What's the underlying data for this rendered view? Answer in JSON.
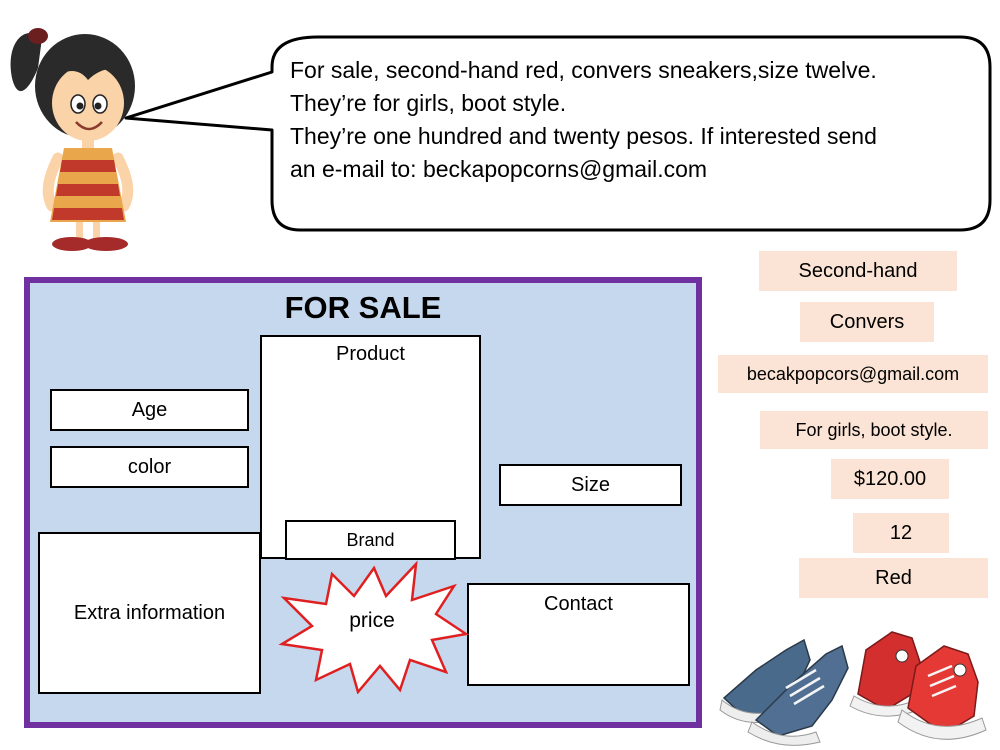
{
  "speech_bubble": {
    "lines": [
      "For sale, second-hand red, convers sneakers,size twelve.",
      "They’re for girls, boot style.",
      "They’re one hundred and twenty pesos. If interested send",
      "an e-mail to: beckapopcorns@gmail.com"
    ]
  },
  "board": {
    "title": "FOR SALE",
    "slots": {
      "product": "Product",
      "age": "Age",
      "color": "color",
      "size": "Size",
      "brand": "Brand",
      "extra_info": "Extra information",
      "price": "price",
      "contact": "Contact"
    }
  },
  "answer_chips": [
    "Second-hand",
    "Convers",
    "becakpopcors@gmail.com",
    "For girls, boot style.",
    "$120.00",
    "12",
    "Red"
  ],
  "colors": {
    "board_fill": "#c6d8ee",
    "board_border": "#7030a0",
    "chip_fill": "#fbe4d5",
    "burst_stroke": "#e02020"
  }
}
